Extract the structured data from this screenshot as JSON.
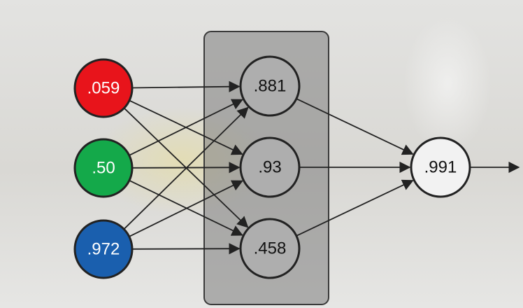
{
  "diagram": {
    "input_nodes": [
      {
        "label": ".059",
        "color": "#e8141b"
      },
      {
        "label": ".50",
        "color": "#14a94a"
      },
      {
        "label": ".972",
        "color": "#1a5fae"
      }
    ],
    "hidden_nodes": [
      {
        "label": ".881"
      },
      {
        "label": ".93"
      },
      {
        "label": ".458"
      }
    ],
    "output_node": {
      "label": ".991"
    },
    "colors": {
      "node_stroke": "#222222",
      "hidden_fill": "#aeaeae",
      "output_fill": "#f2f2f2",
      "layer_box_fill": "#7d7d7d",
      "edge": "#222222"
    }
  }
}
